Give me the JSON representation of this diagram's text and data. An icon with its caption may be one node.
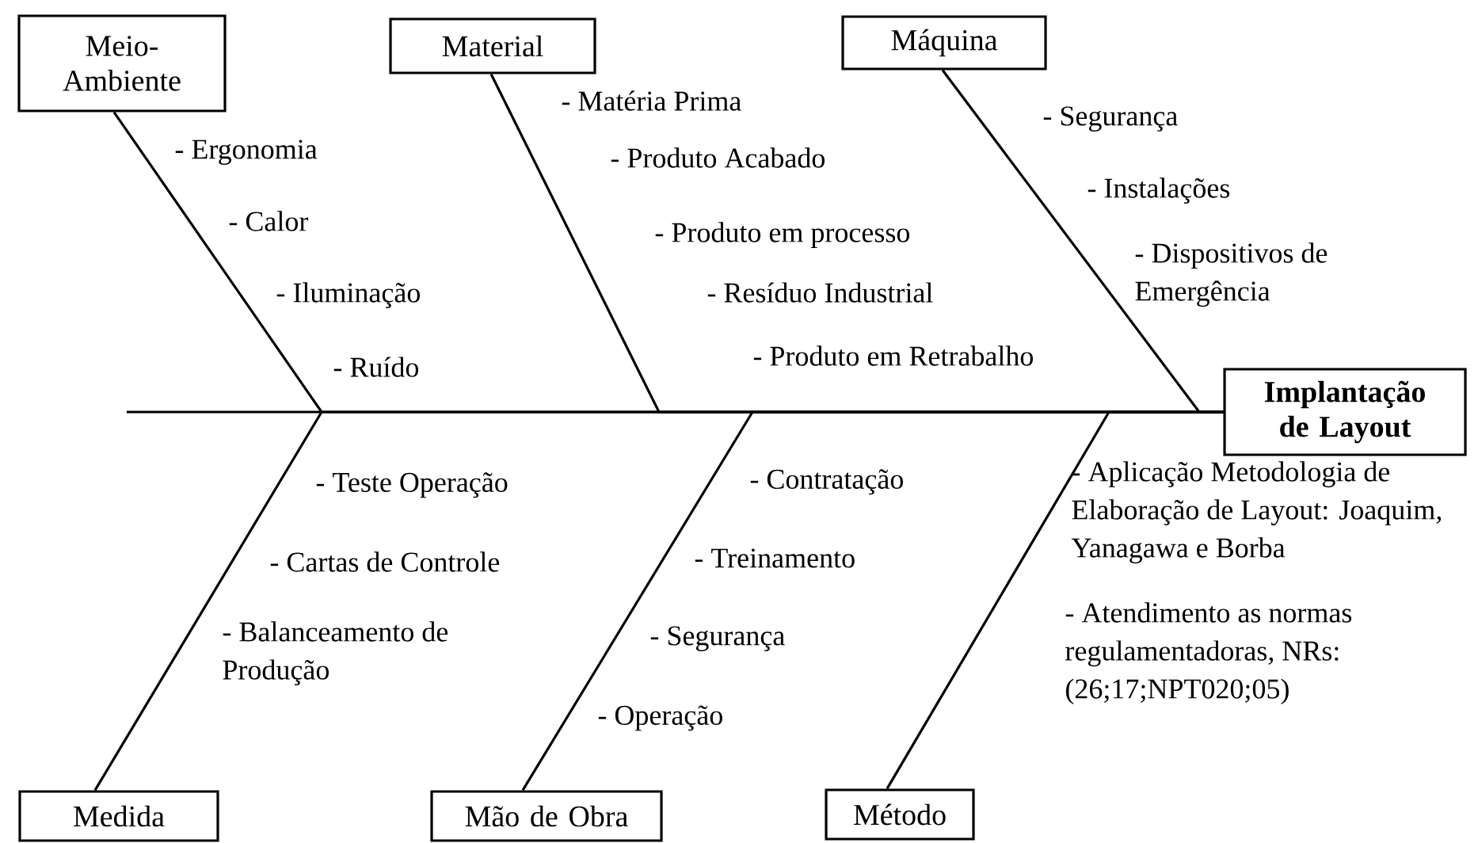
{
  "diagram": {
    "nodes": [
      {
        "text": [
          "Meio- Ambiente"
        ]
      },
      {
        "text": [
          "Material"
        ]
      },
      {
        "text": [
          "Máquina"
        ]
      },
      {
        "text": [
          "Medida"
        ]
      },
      {
        "text": [
          "Mão de Obra"
        ]
      },
      {
        "text": [
          "Método"
        ]
      },
      {
        "text": [
          "Implantação de Layout"
        ]
      }
    ],
    "edges": [
      {
        "from": 0,
        "to": 6,
        "arrow": "none"
      },
      {
        "from": 1,
        "to": 6,
        "arrow": "none"
      },
      {
        "from": 2,
        "to": 6,
        "arrow": "none"
      },
      {
        "from": 3,
        "to": 6,
        "arrow": "none"
      },
      {
        "from": 4,
        "to": 6,
        "arrow": "none"
      },
      {
        "from": 5,
        "to": 6,
        "arrow": "none"
      }
    ],
    "labels": [
      "- Ergonomia",
      "- Calor",
      "- Iluminação",
      "- Ruído",
      "- Matéria Prima",
      "- Produto Acabado",
      "- Produto em processo",
      "- Resíduo Industrial",
      "- Produto em Retrabalho",
      "- Segurança",
      "- Instalações",
      "- Dispositivos de Emergência",
      "- Teste Operação",
      "- Cartas de Controle",
      "- Balanceamento de Produção",
      "- Contratação",
      "- Treinamento",
      "- Segurança",
      "- Operação",
      "- Aplicação Metodologia de Elaboração de Layout: Joaquim, Yanagawa e Borba",
      "- Atendimento as normas regulamentadoras, NRs: (26;17;NPT020;05)"
    ]
  }
}
